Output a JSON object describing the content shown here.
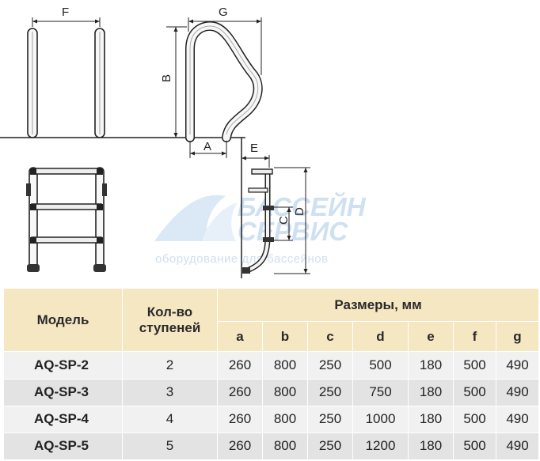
{
  "drawing": {
    "labels": {
      "f": "F",
      "g": "G",
      "b": "B",
      "a": "A",
      "e": "E",
      "c": "C",
      "d": "D"
    },
    "watermark": {
      "line1": "БАССЕЙН",
      "line2": "СЕРВИС",
      "line3": "оборудование для бассейнов"
    }
  },
  "table": {
    "header": {
      "model": "Модель",
      "steps_line1": "Кол-во",
      "steps_line2": "ступеней",
      "sizes": "Размеры, мм",
      "cols": [
        "a",
        "b",
        "c",
        "d",
        "e",
        "f",
        "g"
      ]
    },
    "rows": [
      {
        "model": "AQ-SP-2",
        "steps": "2",
        "values": [
          "260",
          "800",
          "250",
          "500",
          "180",
          "500",
          "490"
        ]
      },
      {
        "model": "AQ-SP-3",
        "steps": "3",
        "values": [
          "260",
          "800",
          "250",
          "750",
          "180",
          "500",
          "490"
        ]
      },
      {
        "model": "AQ-SP-4",
        "steps": "4",
        "values": [
          "260",
          "800",
          "250",
          "1000",
          "180",
          "500",
          "490"
        ]
      },
      {
        "model": "AQ-SP-5",
        "steps": "5",
        "values": [
          "260",
          "800",
          "250",
          "1200",
          "180",
          "500",
          "490"
        ]
      }
    ]
  },
  "colors": {
    "header_bg": "#f6e7c3",
    "row_light": "#f1f1f1",
    "row_dark": "#e3e3e3",
    "watermark": "#cfe0f3"
  }
}
